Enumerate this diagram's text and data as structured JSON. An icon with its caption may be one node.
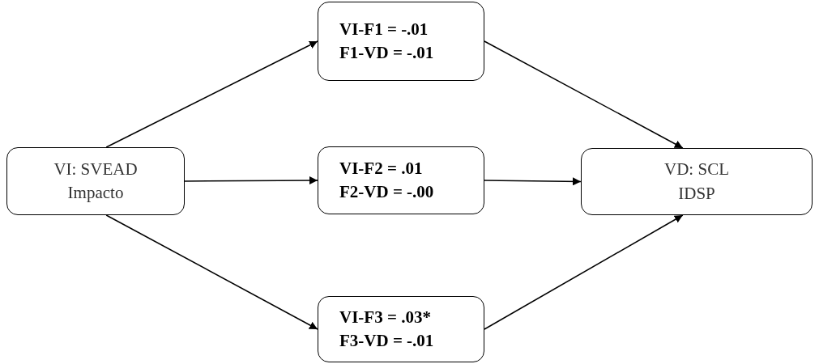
{
  "diagram": {
    "nodes": [
      {
        "text": [
          "VI: SVEAD",
          "Impacto"
        ]
      },
      {
        "text": [
          "VI-F1 = -.01",
          "F1-VD = -.01"
        ]
      },
      {
        "text": [
          "VI-F2 = .01",
          "F2-VD = -.00"
        ]
      },
      {
        "text": [
          "VI-F3 = .03*",
          "F3-VD = -.01"
        ]
      },
      {
        "text": [
          "VD: SCL",
          "IDSP"
        ]
      }
    ],
    "edges": [
      {
        "from": 0,
        "to": 1,
        "arrow": "to"
      },
      {
        "from": 0,
        "to": 2,
        "arrow": "to"
      },
      {
        "from": 0,
        "to": 3,
        "arrow": "to"
      },
      {
        "from": 1,
        "to": 4,
        "arrow": "to"
      },
      {
        "from": 2,
        "to": 4,
        "arrow": "to"
      },
      {
        "from": 3,
        "to": 4,
        "arrow": "to"
      }
    ]
  }
}
